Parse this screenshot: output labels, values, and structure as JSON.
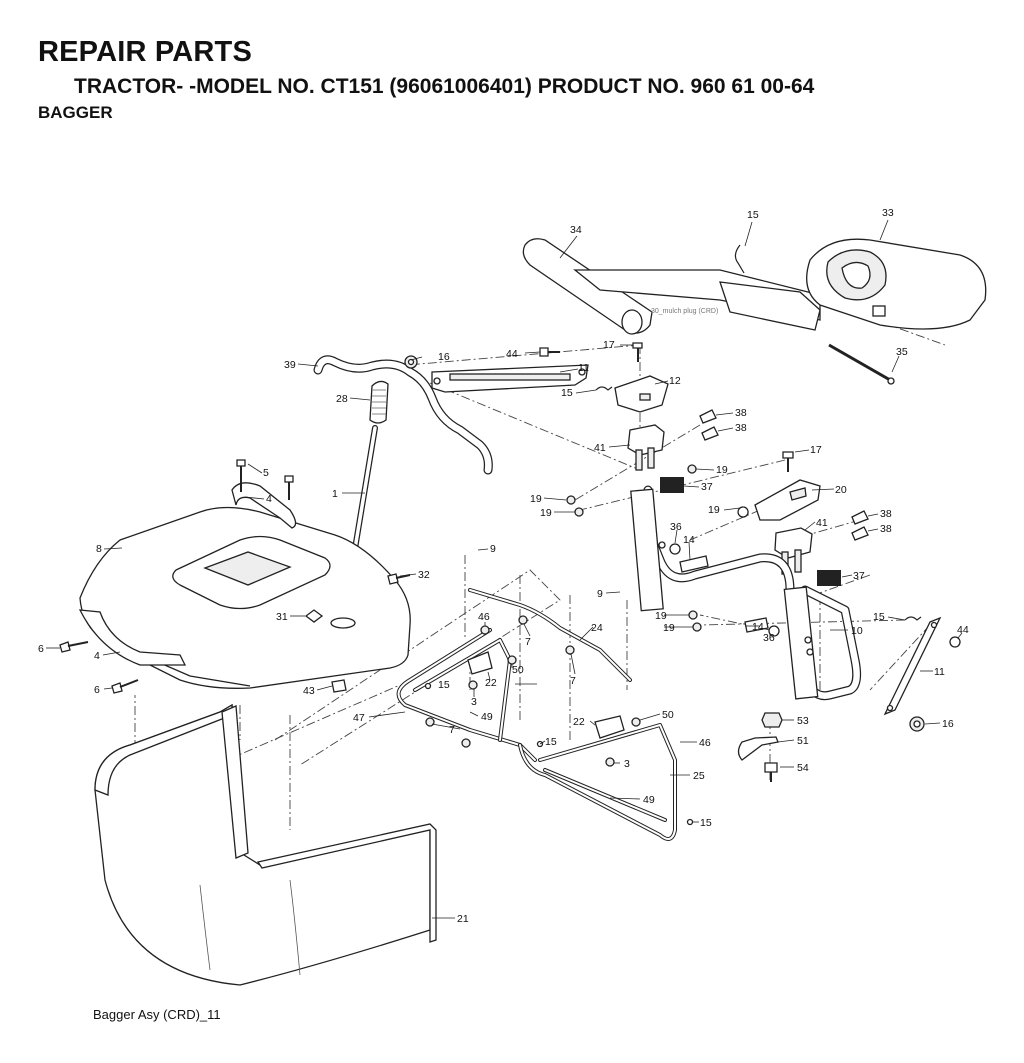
{
  "header": {
    "title": "REPAIR PARTS",
    "subtitle": "TRACTOR- -MODEL NO. CT151 (96061006401) PRODUCT NO. 960 61 00-64",
    "section": "BAGGER"
  },
  "caption": "Bagger Asy (CRD)_11",
  "inset_note": "30_mulch plug (CRD)",
  "callouts": [
    {
      "id": "c15a",
      "text": "15"
    },
    {
      "id": "c33",
      "text": "33"
    },
    {
      "id": "c34",
      "text": "34"
    },
    {
      "id": "c35",
      "text": "35"
    },
    {
      "id": "c16a",
      "text": "16"
    },
    {
      "id": "c44a",
      "text": "44"
    },
    {
      "id": "c17a",
      "text": "17"
    },
    {
      "id": "c39",
      "text": "39"
    },
    {
      "id": "c11a",
      "text": "11"
    },
    {
      "id": "c12",
      "text": "12"
    },
    {
      "id": "c15b",
      "text": "15"
    },
    {
      "id": "c28",
      "text": "28"
    },
    {
      "id": "c38a",
      "text": "38"
    },
    {
      "id": "c38b",
      "text": "38"
    },
    {
      "id": "c41a",
      "text": "41"
    },
    {
      "id": "c19a",
      "text": "19"
    },
    {
      "id": "c17b",
      "text": "17"
    },
    {
      "id": "c37a",
      "text": "37"
    },
    {
      "id": "c20",
      "text": "20"
    },
    {
      "id": "c5",
      "text": "5"
    },
    {
      "id": "c1",
      "text": "1"
    },
    {
      "id": "c4a",
      "text": "4"
    },
    {
      "id": "c19b",
      "text": "19"
    },
    {
      "id": "c19c",
      "text": "19"
    },
    {
      "id": "c19d",
      "text": "19"
    },
    {
      "id": "c38c",
      "text": "38"
    },
    {
      "id": "c38d",
      "text": "38"
    },
    {
      "id": "c41b",
      "text": "41"
    },
    {
      "id": "c36a",
      "text": "36"
    },
    {
      "id": "c14a",
      "text": "14"
    },
    {
      "id": "c8",
      "text": "8"
    },
    {
      "id": "c9a",
      "text": "9"
    },
    {
      "id": "c32",
      "text": "32"
    },
    {
      "id": "c37b",
      "text": "37"
    },
    {
      "id": "c9b",
      "text": "9"
    },
    {
      "id": "c31",
      "text": "31"
    },
    {
      "id": "c15c",
      "text": "15"
    },
    {
      "id": "c44b",
      "text": "44"
    },
    {
      "id": "c19e",
      "text": "19"
    },
    {
      "id": "c19f",
      "text": "19"
    },
    {
      "id": "c14b",
      "text": "14"
    },
    {
      "id": "c36b",
      "text": "36"
    },
    {
      "id": "c10",
      "text": "10"
    },
    {
      "id": "c6a",
      "text": "6"
    },
    {
      "id": "c46a",
      "text": "46"
    },
    {
      "id": "c7a",
      "text": "7"
    },
    {
      "id": "c24",
      "text": "24"
    },
    {
      "id": "c4b",
      "text": "4"
    },
    {
      "id": "c50a",
      "text": "50"
    },
    {
      "id": "c11b",
      "text": "11"
    },
    {
      "id": "c7b",
      "text": "7"
    },
    {
      "id": "c15d",
      "text": "15"
    },
    {
      "id": "c22a",
      "text": "22"
    },
    {
      "id": "c6b",
      "text": "6"
    },
    {
      "id": "c43",
      "text": "43"
    },
    {
      "id": "c3a",
      "text": "3"
    },
    {
      "id": "c53",
      "text": "53"
    },
    {
      "id": "c47",
      "text": "47"
    },
    {
      "id": "c49a",
      "text": "49"
    },
    {
      "id": "c16b",
      "text": "16"
    },
    {
      "id": "c22b",
      "text": "22"
    },
    {
      "id": "c50b",
      "text": "50"
    },
    {
      "id": "c7c",
      "text": "7"
    },
    {
      "id": "c15e",
      "text": "15"
    },
    {
      "id": "c46b",
      "text": "46"
    },
    {
      "id": "c51",
      "text": "51"
    },
    {
      "id": "c3b",
      "text": "3"
    },
    {
      "id": "c54",
      "text": "54"
    },
    {
      "id": "c25",
      "text": "25"
    },
    {
      "id": "c49b",
      "text": "49"
    },
    {
      "id": "c15f",
      "text": "15"
    },
    {
      "id": "c21",
      "text": "21"
    }
  ]
}
